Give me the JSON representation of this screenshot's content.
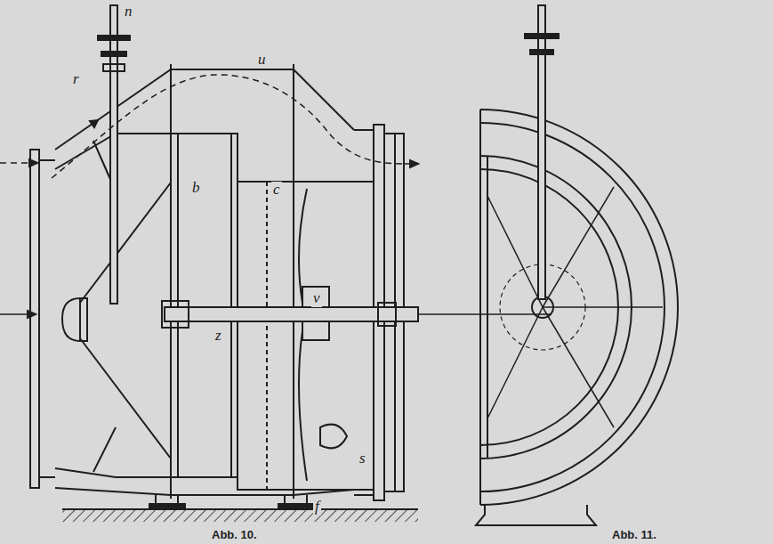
{
  "diagram": {
    "labels": [
      "n",
      "r",
      "u",
      "b",
      "c",
      "z",
      "v",
      "s",
      "f",
      "Abb. 10.",
      "Abb. 11."
    ]
  }
}
